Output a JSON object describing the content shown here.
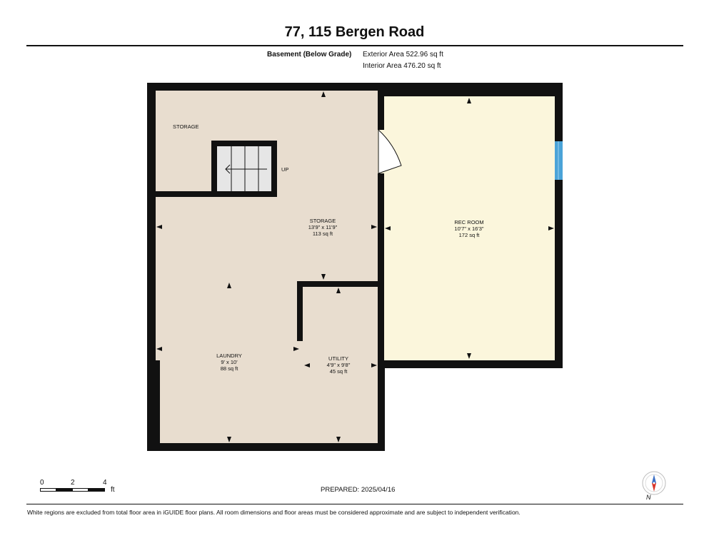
{
  "header": {
    "title": "77, 115 Bergen Road"
  },
  "floor": {
    "label": "Basement (Below Grade)",
    "exterior_area": "Exterior Area 522.96 sq ft",
    "interior_area": "Interior Area 476.20 sq ft"
  },
  "rooms": {
    "storage_small": {
      "name": "STORAGE"
    },
    "stairs": {
      "label": "UP"
    },
    "storage_main": {
      "name": "STORAGE",
      "dims": "13'9\" x 11'9\"",
      "area": "113 sq ft"
    },
    "rec_room": {
      "name": "REC ROOM",
      "dims": "10'7\" x 16'3\"",
      "area": "172 sq ft"
    },
    "laundry": {
      "name": "LAUNDRY",
      "dims": "9' x 10'",
      "area": "88 sq ft"
    },
    "utility": {
      "name": "UTILITY",
      "dims": "4'9\" x 9'8\"",
      "area": "45 sq ft"
    }
  },
  "scale": {
    "marks": [
      "0",
      "2",
      "4"
    ],
    "unit": "ft"
  },
  "compass": {
    "label": "N"
  },
  "footer": {
    "prepared": "PREPARED: 2025/04/16",
    "disclaimer": "White regions are excluded from total floor area in iGUIDE floor plans. All room dimensions and floor areas must be considered approximate and are subject to independent verification."
  },
  "colors": {
    "wall": "#111111",
    "beige_floor": "#e8ddcf",
    "rec_floor": "#fbf6dc",
    "window": "#4aa3d8",
    "stair_fill": "#e6e6e6"
  }
}
